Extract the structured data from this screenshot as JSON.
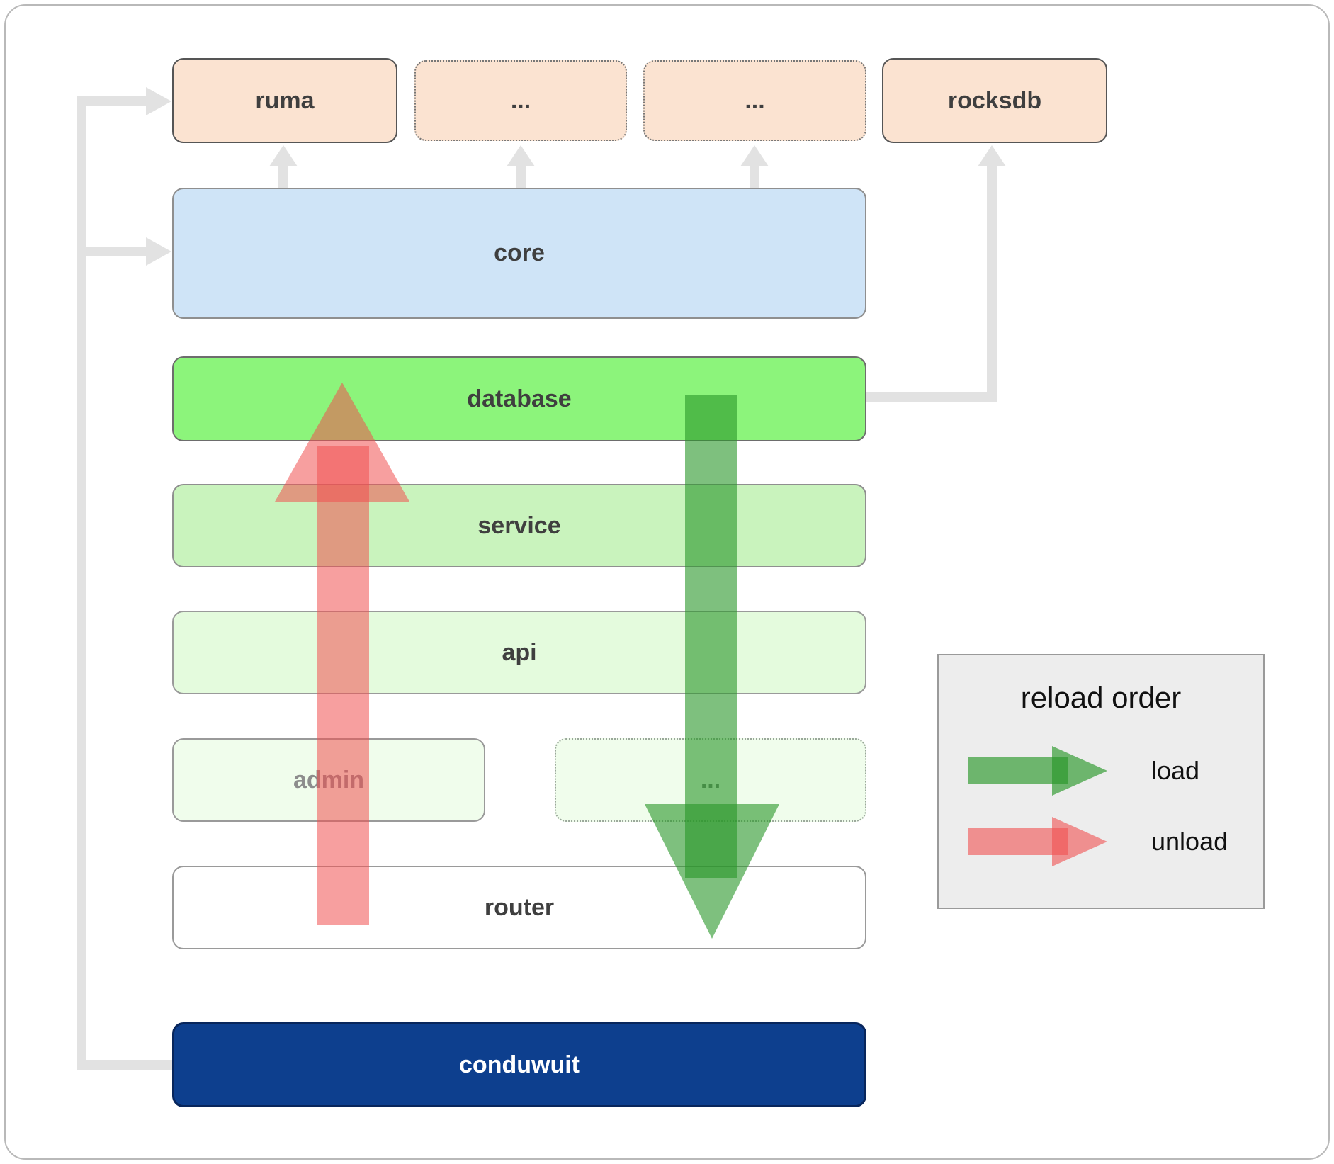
{
  "diagram": {
    "boxes": {
      "ruma": {
        "label": "ruma"
      },
      "dots1": {
        "label": "..."
      },
      "dots2": {
        "label": "..."
      },
      "rocksdb": {
        "label": "rocksdb"
      },
      "core": {
        "label": "core"
      },
      "database": {
        "label": "database"
      },
      "service": {
        "label": "service"
      },
      "api": {
        "label": "api"
      },
      "admin": {
        "label": "admin"
      },
      "dots3": {
        "label": "..."
      },
      "router": {
        "label": "router"
      },
      "conduwuit": {
        "label": "conduwuit"
      }
    },
    "legend": {
      "title": "reload order",
      "load_label": "load",
      "unload_label": "unload"
    },
    "colors": {
      "peach_box": "#fbe3d1",
      "core_blue": "#cfe4f7",
      "database_green": "#8cf47b",
      "service_green": "#c9f3bd",
      "api_green": "#e4fbdd",
      "faint_green": "#f0fdec",
      "conduwuit_blue": "#0d3f8e",
      "load_arrow_green": "#289628",
      "unload_arrow_red": "#f05050",
      "connector_gray": "#e2e2e2",
      "legend_bg": "#ededed"
    }
  }
}
